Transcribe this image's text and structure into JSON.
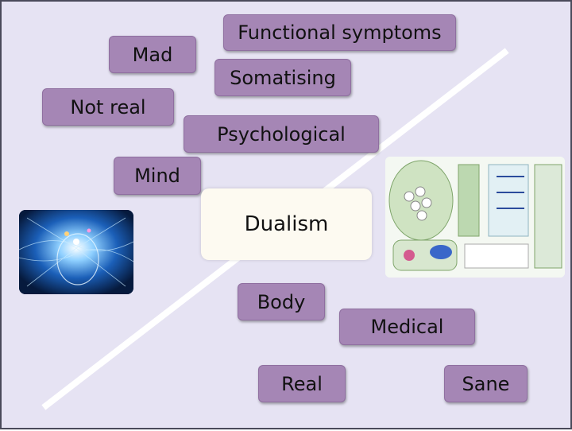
{
  "center": {
    "label": "Dualism"
  },
  "mind_side": [
    {
      "id": "mad",
      "label": "Mad"
    },
    {
      "id": "not-real",
      "label": "Not real"
    },
    {
      "id": "functional-symptoms",
      "label": "Functional symptoms"
    },
    {
      "id": "somatising",
      "label": "Somatising"
    },
    {
      "id": "psychological",
      "label": "Psychological"
    },
    {
      "id": "mind",
      "label": "Mind"
    }
  ],
  "body_side": [
    {
      "id": "body",
      "label": "Body"
    },
    {
      "id": "medical",
      "label": "Medical"
    },
    {
      "id": "real",
      "label": "Real"
    },
    {
      "id": "sane",
      "label": "Sane"
    }
  ],
  "images": {
    "left": "brain-glow-illustration",
    "right": "synapse-diagram"
  },
  "colors": {
    "background": "#e6e3f3",
    "box_fill": "#a586b5",
    "center_fill": "#fdfaf1",
    "divider": "#ffffff"
  }
}
